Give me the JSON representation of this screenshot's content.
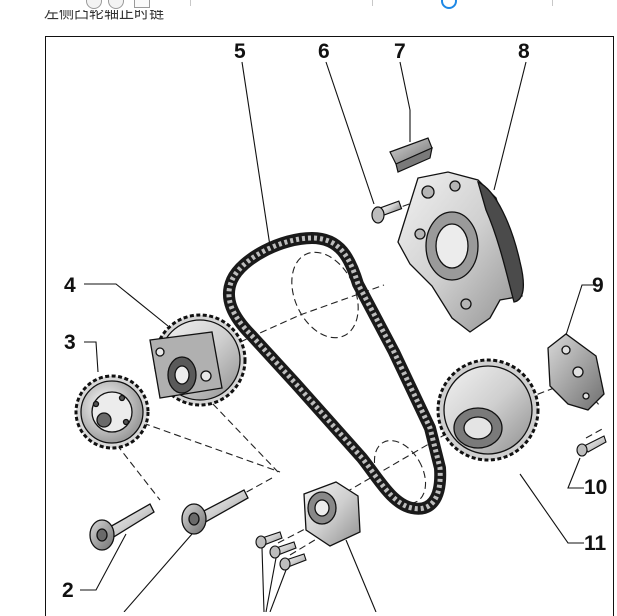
{
  "page": {
    "caption": "左侧凸轮轴正时链"
  },
  "toolbar_icons": [
    "circle-button-icon",
    "circle-button-icon",
    "square-button-icon",
    "blue-circle-icon"
  ],
  "callouts": [
    "2",
    "3",
    "4",
    "5",
    "6",
    "7",
    "8",
    "9",
    "10",
    "11"
  ]
}
